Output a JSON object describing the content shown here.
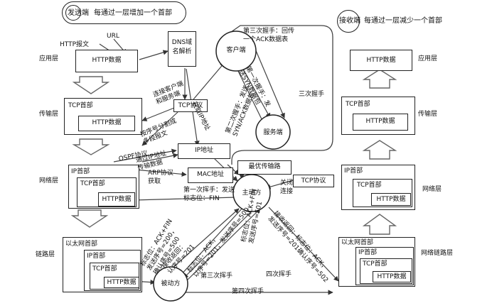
{
  "legend": {
    "sender_title": "发送端",
    "sender_desc": "每通过一层增加一个首部",
    "receiver_title": "接收端",
    "receiver_desc": "每通过一层减少一个首部"
  },
  "left_layers": {
    "app": "应用层",
    "transport": "传输层",
    "network": "网络层",
    "link": "链路层"
  },
  "right_layers": {
    "app": "应用层",
    "transport": "传输层",
    "network": "网络层",
    "link": "网络链路层"
  },
  "labels": {
    "http_msg": "HTTP报文",
    "url": "URL",
    "http_data": "HTTP数据",
    "tcp_header": "TCP首部",
    "ip_header": "IP首部",
    "eth_header": "以太网首部",
    "dns": "DNS域\n名解析",
    "tcp_protocol": "TCP协议",
    "ip_address": "IP地址",
    "mac_address": "MAC地址",
    "best_route": "最优传输路",
    "client": "客户端",
    "server": "服务端",
    "active": "主动方",
    "passive": "被动方",
    "three_handshake": "三次握手",
    "third_handshake": "第三次握手：回传\n一个ACK数据表",
    "first_handshake": "第一次握手：发\n送SYN数据包",
    "second_handshake": "第二次握手：发送\nSYN/ACK数据包",
    "connect_client": "连接客户端\n和服务端",
    "get_ip": "获取IP地址",
    "split_msg": "按序号分割成\n多段报文",
    "ospf": "OSPF协议",
    "ip_transmit": "通过IP地址\n传输数据",
    "arp": "ARP协议\n获取",
    "close_conn": "关闭\n连接",
    "four_handshake": "四次挥手",
    "first_wave": "第一次挥手：发送\n标志位：FIN",
    "second_wave": "第二次挥手：发送\n标志位：ACK\n确认序号=201",
    "ack_fin": "标志位：ACK+FIN\n发送序号=200，\n确认序号=500",
    "ack_seq": "标志位：ACK，\n以序号=201，发送序号=500",
    "ack_fin_501": "标志位：ACK+FIN\n发送序号=501",
    "recv_return": "接收返回：标志位：ACK，\n发送序号=201确认序号=502",
    "third_wave": "第三次挥手",
    "fourth_wave": "第四次挥手",
    "recv_return2": "接收返回：\n认序号=201"
  }
}
